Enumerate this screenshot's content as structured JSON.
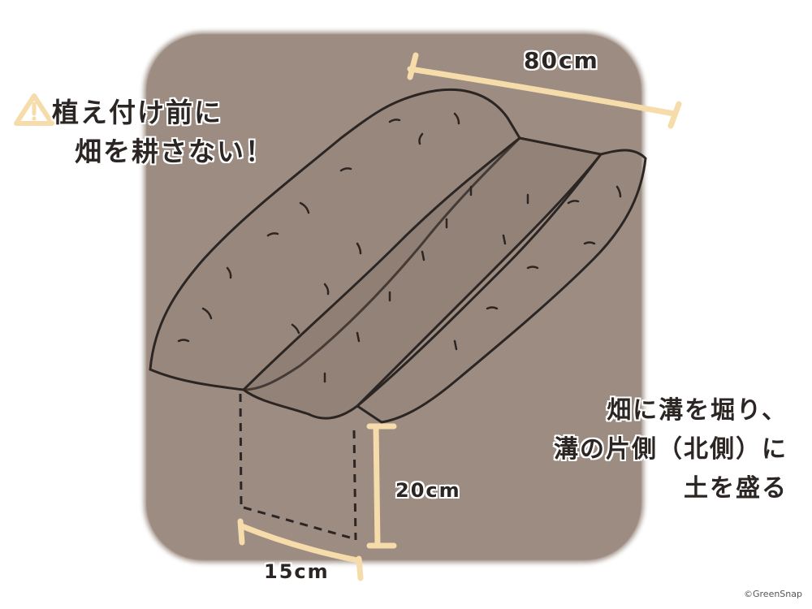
{
  "illustration": {
    "subject": "trench planting bed diagram: furrow dug in field with soil ridged on one side",
    "colors": {
      "soil_background": "#9d8c82",
      "outline": "#2b2624",
      "measure_line": "#f6dcaa",
      "page_background": "#ffffff"
    }
  },
  "annotations": {
    "warning": {
      "icon": "warning-triangle-icon",
      "line1": "植え付け前に",
      "line2": "畑を耕さない！"
    },
    "width_label": "80cm",
    "depth_label": "20cm",
    "trench_width_label": "15cm",
    "instruction": {
      "line1": "畑に溝を堀り、",
      "line2": "溝の片側（北側）に",
      "line3": "土を盛る"
    }
  },
  "credit": "©GreenSnap"
}
